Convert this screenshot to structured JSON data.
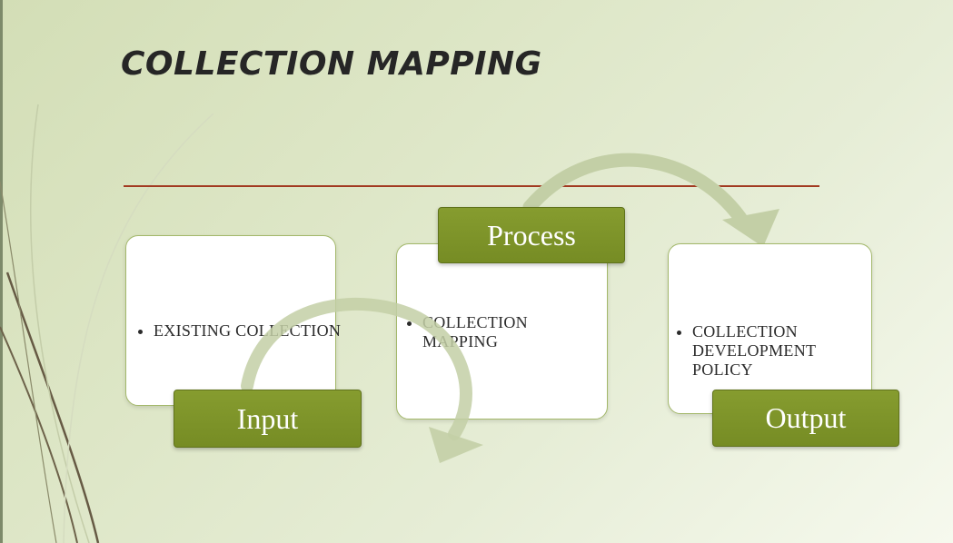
{
  "slide": {
    "title": "COLLECTION MAPPING"
  },
  "diagram": {
    "stages": [
      {
        "label": "Input",
        "item": "EXISTING COLLECTION"
      },
      {
        "label": "Process",
        "item": "COLLECTION MAPPING"
      },
      {
        "label": "Output",
        "item": "COLLECTION DEVELOPMENT POLICY"
      }
    ]
  },
  "colors": {
    "label_fill": "#7a9128",
    "rule": "#a23a21",
    "arrow": "#c3cfa6"
  }
}
